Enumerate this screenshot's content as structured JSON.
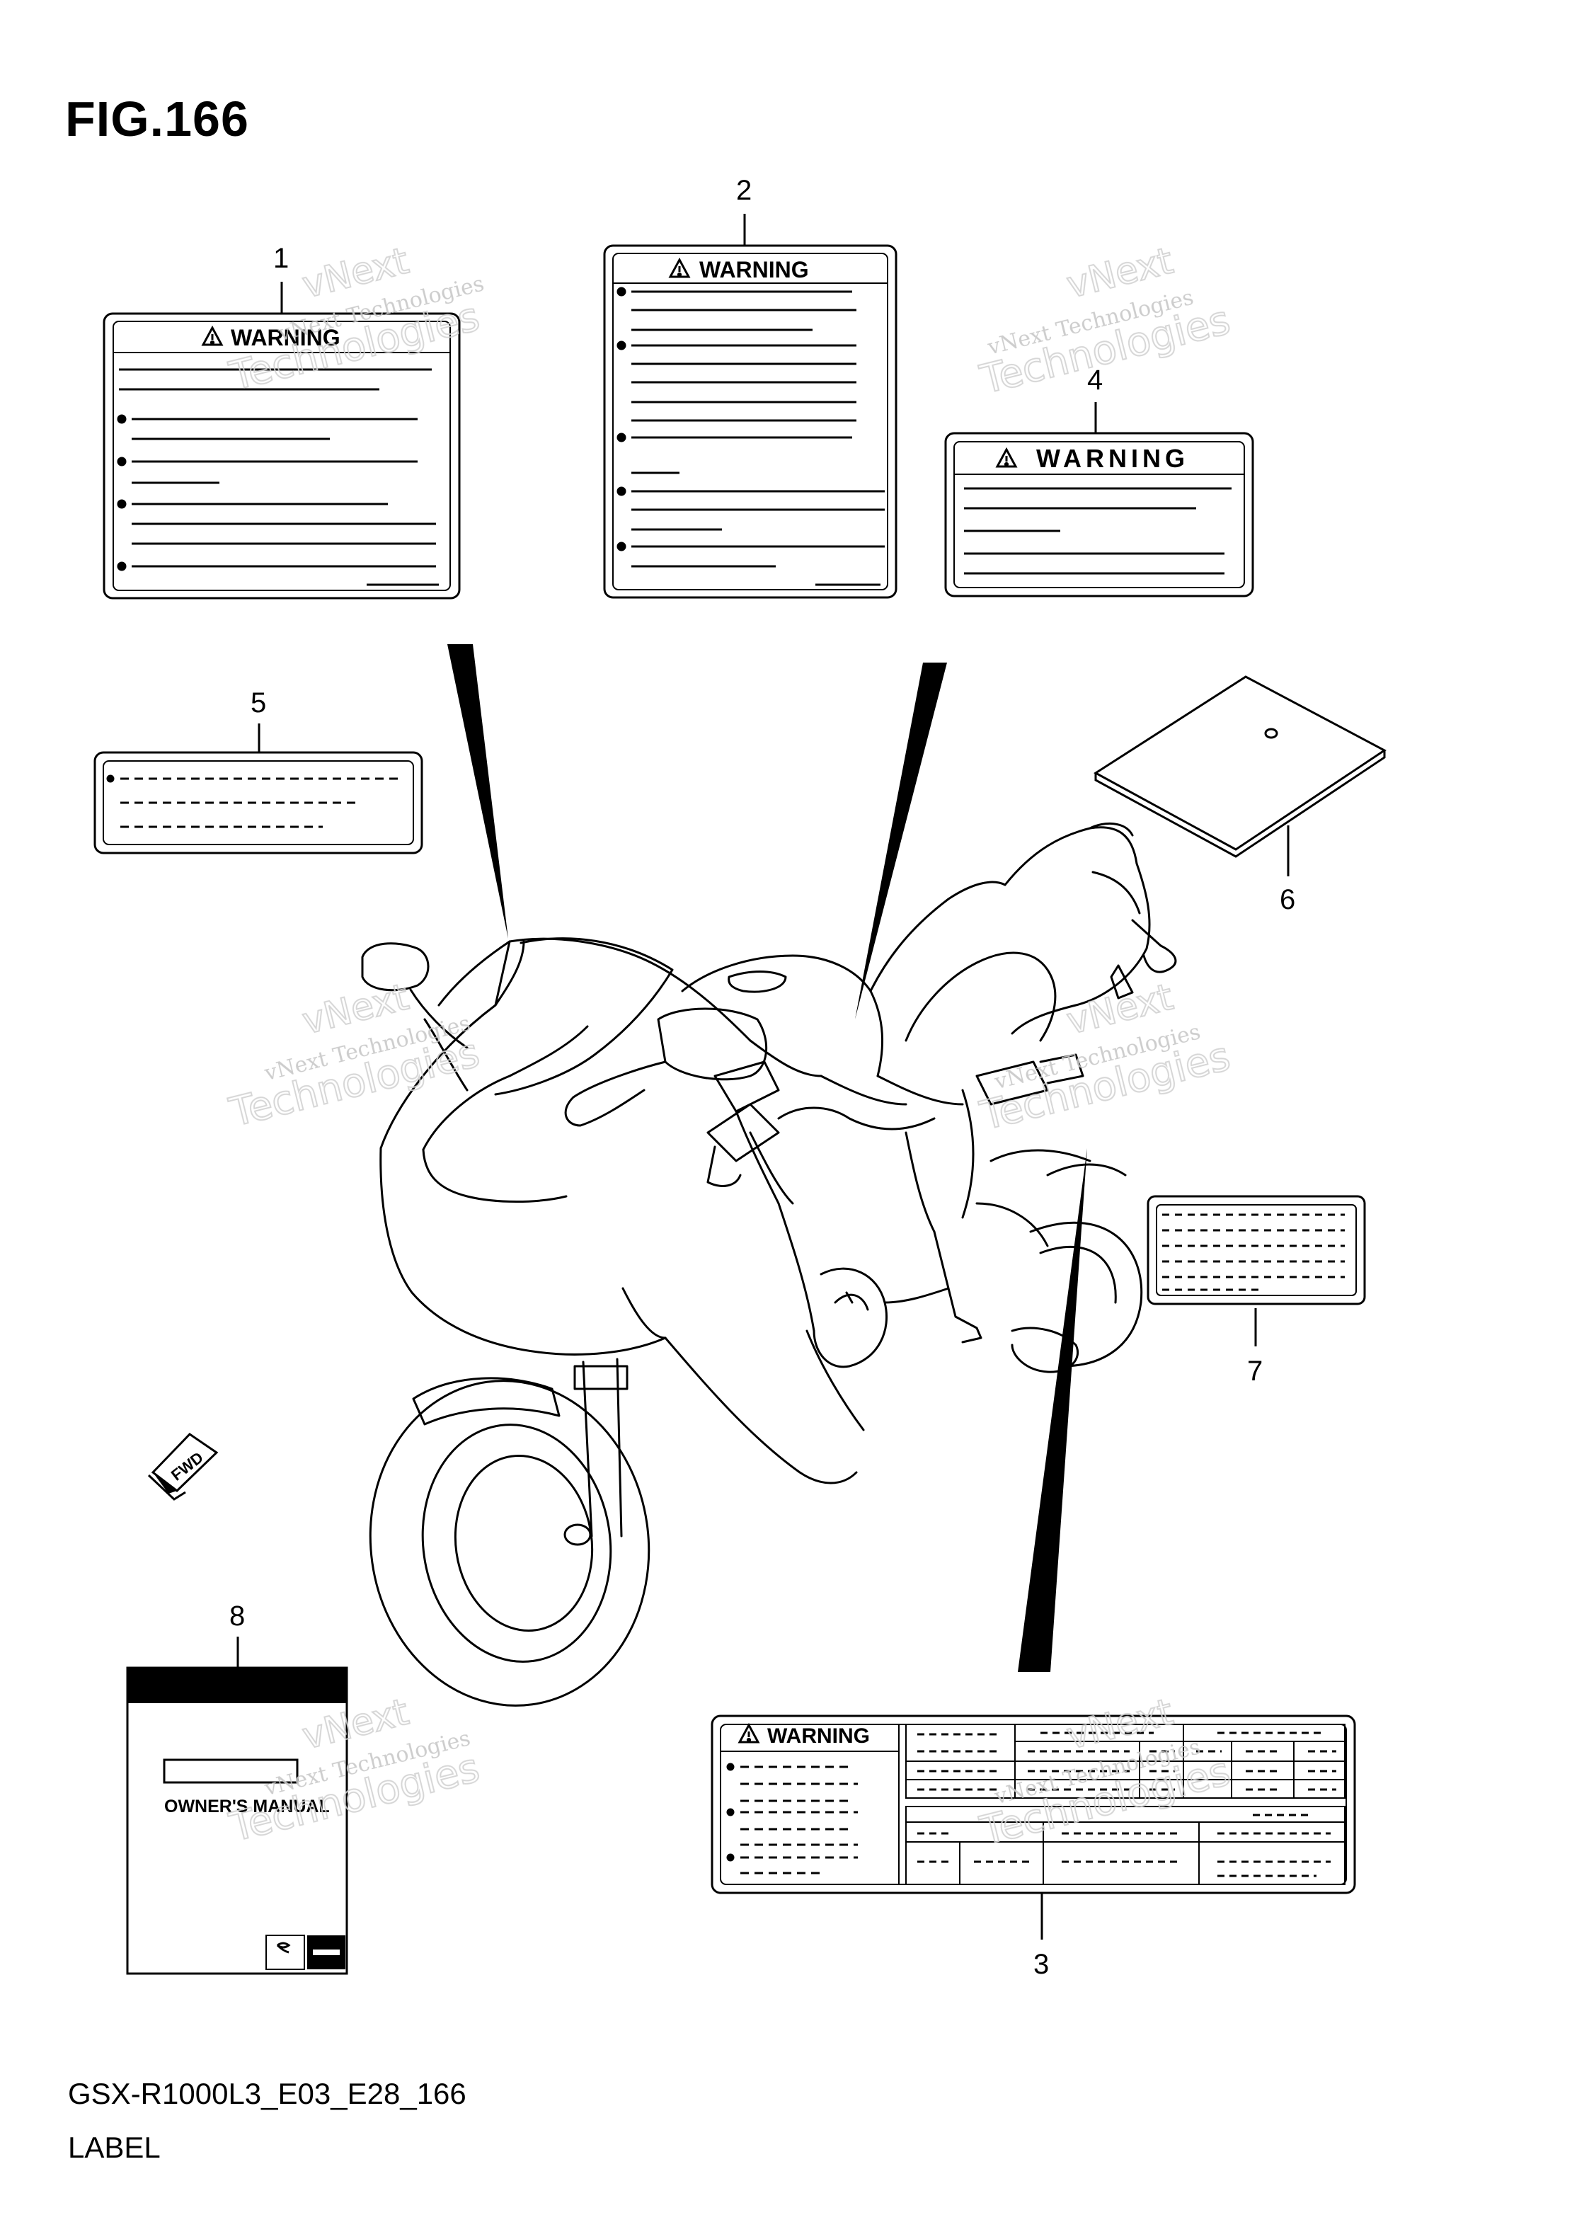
{
  "figure": {
    "title": "FIG.166",
    "code": "GSX-R1000L3_E03_E28_166",
    "name": "LABEL"
  },
  "labels": {
    "warning_text": "WARNING",
    "owners_manual_text": "OWNER'S MANUAL",
    "direction_text": "FWD"
  },
  "callouts": [
    "1",
    "2",
    "3",
    "4",
    "5",
    "6",
    "7",
    "8"
  ],
  "watermark": {
    "line1": "vNext Technologies",
    "line2a": "vNext",
    "line2b": "Technologies"
  },
  "icons": {
    "warning": "warning-triangle-icon",
    "direction": "fwd-arrow-icon",
    "brand": "suzuki-s-icon"
  }
}
